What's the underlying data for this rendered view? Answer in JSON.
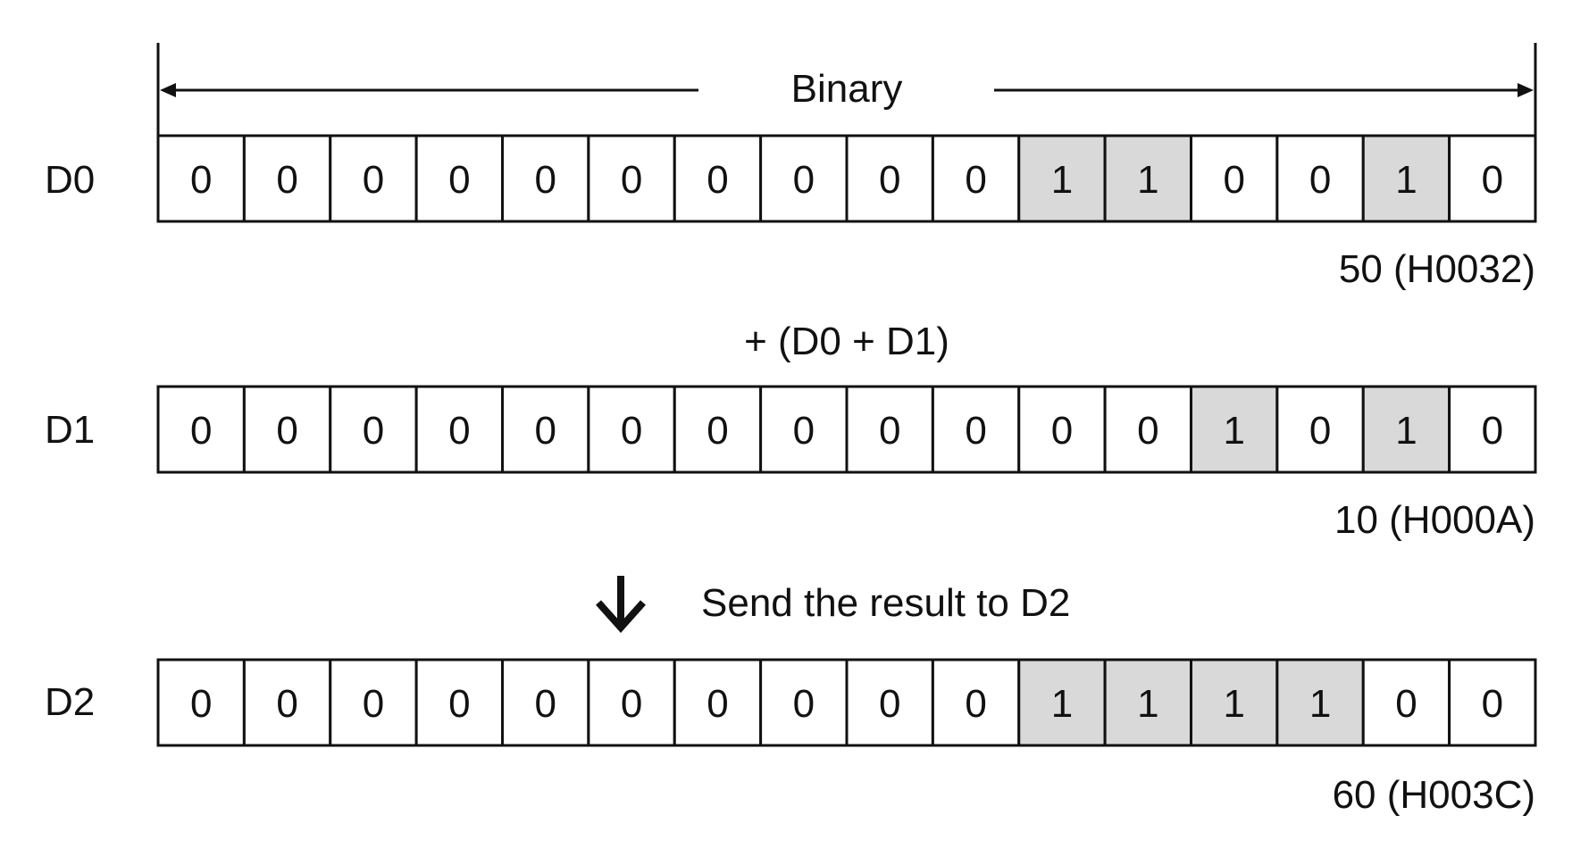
{
  "header": {
    "label": "Binary"
  },
  "registers": [
    {
      "name": "D0",
      "bits": [
        "0",
        "0",
        "0",
        "0",
        "0",
        "0",
        "0",
        "0",
        "0",
        "0",
        "1",
        "1",
        "0",
        "0",
        "1",
        "0"
      ],
      "value_label": "50 (H0032)"
    },
    {
      "name": "D1",
      "bits": [
        "0",
        "0",
        "0",
        "0",
        "0",
        "0",
        "0",
        "0",
        "0",
        "0",
        "0",
        "0",
        "1",
        "0",
        "1",
        "0"
      ],
      "value_label": "10 (H000A)"
    },
    {
      "name": "D2",
      "bits": [
        "0",
        "0",
        "0",
        "0",
        "0",
        "0",
        "0",
        "0",
        "0",
        "0",
        "1",
        "1",
        "1",
        "1",
        "0",
        "0"
      ],
      "value_label": "60 (H003C)"
    }
  ],
  "operation": {
    "label": "+ (D0 + D1)"
  },
  "result_note": {
    "label": "Send the result to D2",
    "icon": "down-arrow-icon"
  },
  "colors": {
    "set_bit_fill": "#d9d9d9",
    "clear_bit_fill": "#ffffff",
    "stroke": "#111111"
  }
}
